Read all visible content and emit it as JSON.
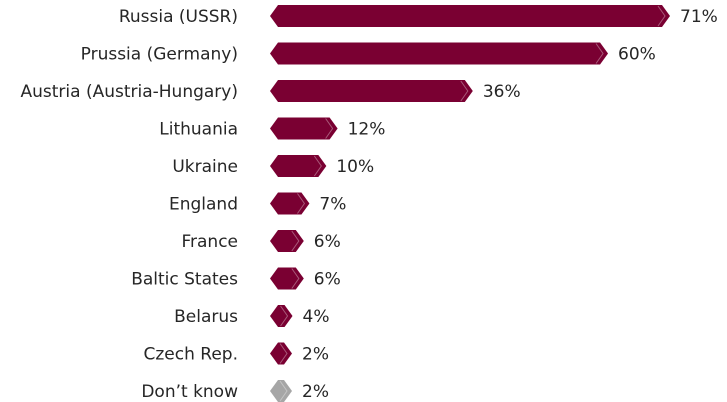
{
  "chart_data": {
    "type": "bar",
    "orientation": "horizontal",
    "categories": [
      "Russia (USSR)",
      "Prussia (Germany)",
      "Austria (Austria-Hungary)",
      "Lithuania",
      "Ukraine",
      "England",
      "France",
      "Baltic States",
      "Belarus",
      "Czech Rep.",
      "Don’t know"
    ],
    "values": [
      71,
      60,
      36,
      12,
      10,
      7,
      6,
      6,
      4,
      2,
      2
    ],
    "value_labels": [
      "71%",
      "60%",
      "36%",
      "12%",
      "10%",
      "7%",
      "6%",
      "6%",
      "4%",
      "2%",
      "2%"
    ],
    "unit": "%",
    "xlim": [
      0,
      71
    ],
    "grid": false,
    "colors": {
      "bar": "#7a0032",
      "dont_know": "#a6a6a6",
      "text": "#262626"
    },
    "muted_categories": [
      "Don’t know"
    ]
  }
}
